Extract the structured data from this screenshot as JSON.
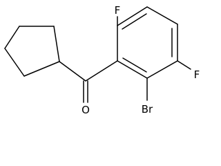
{
  "molecule": {
    "atoms": {
      "F_top": "F",
      "F_right": "F",
      "Br": "Br",
      "O": "O"
    }
  }
}
